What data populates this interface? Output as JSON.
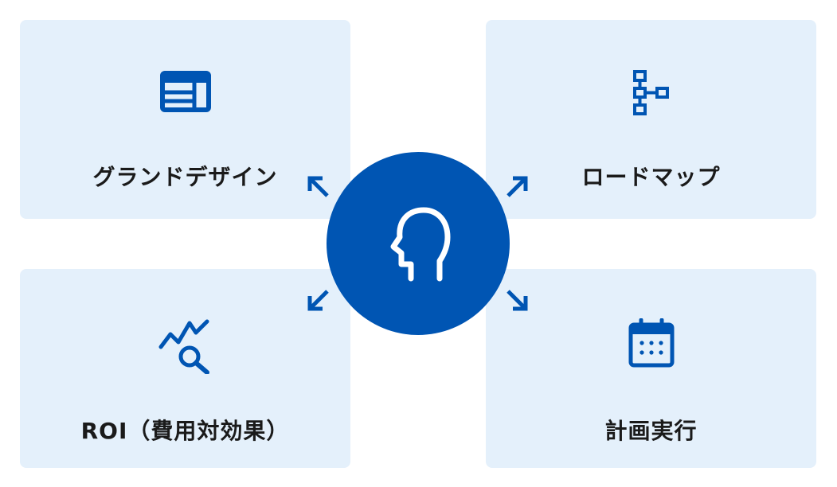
{
  "colors": {
    "card_background": "#e4f0fb",
    "accent_blue": "#0055b3",
    "label_text": "#1a1a1a",
    "hub_icon": "#ffffff"
  },
  "center": {
    "icon": "human-head-outline-icon"
  },
  "cards": {
    "top_left": {
      "label": "グランドデザイン",
      "icon": "layout-window-icon"
    },
    "top_right": {
      "label": "ロードマップ",
      "icon": "hierarchy-tree-icon"
    },
    "bottom_left": {
      "label": "ROI（費用対効果）",
      "icon": "trend-analysis-search-icon"
    },
    "bottom_right": {
      "label": "計画実行",
      "icon": "calendar-icon"
    }
  }
}
